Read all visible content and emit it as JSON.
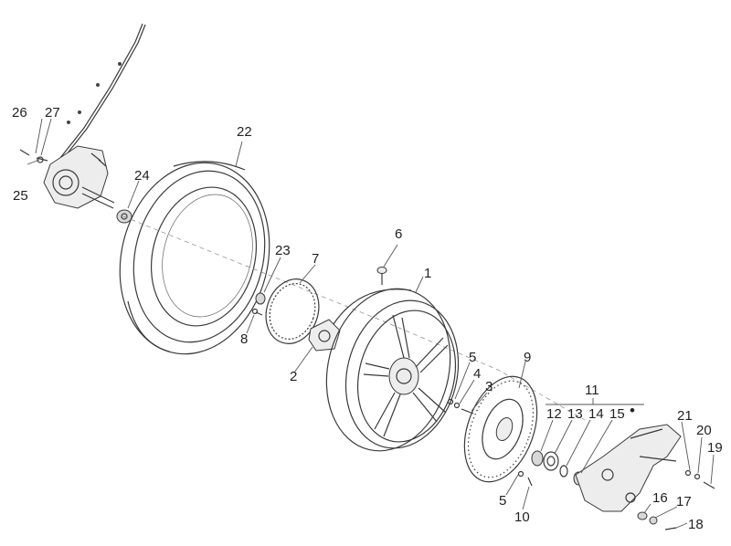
{
  "callouts": {
    "c1": "1",
    "c2": "2",
    "c3": "3",
    "c4": "4",
    "c5a": "5",
    "c5b": "5",
    "c6": "6",
    "c7": "7",
    "c8": "8",
    "c9": "9",
    "c10": "10",
    "c11": "11",
    "c12": "12",
    "c13": "13",
    "c14": "14",
    "c15": "15",
    "c16": "16",
    "c17": "17",
    "c18": "18",
    "c19": "19",
    "c20": "20",
    "c21": "21",
    "c22": "22",
    "c23": "23",
    "c24": "24",
    "c25": "25",
    "c26": "26",
    "c27": "27"
  },
  "kit_marker": "•"
}
